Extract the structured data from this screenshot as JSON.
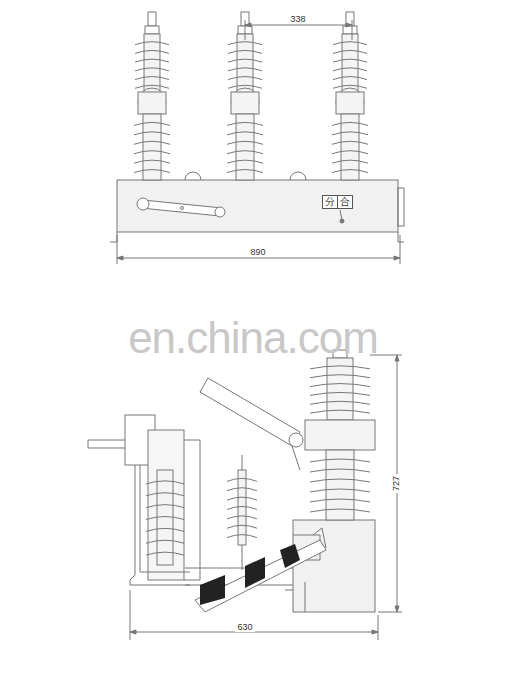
{
  "diagram": {
    "nodes": [
      {
        "text": [
          "分",
          "合"
        ]
      }
    ],
    "labels": [
      "338",
      "890",
      "en.china.com",
      "727",
      "630"
    ]
  }
}
